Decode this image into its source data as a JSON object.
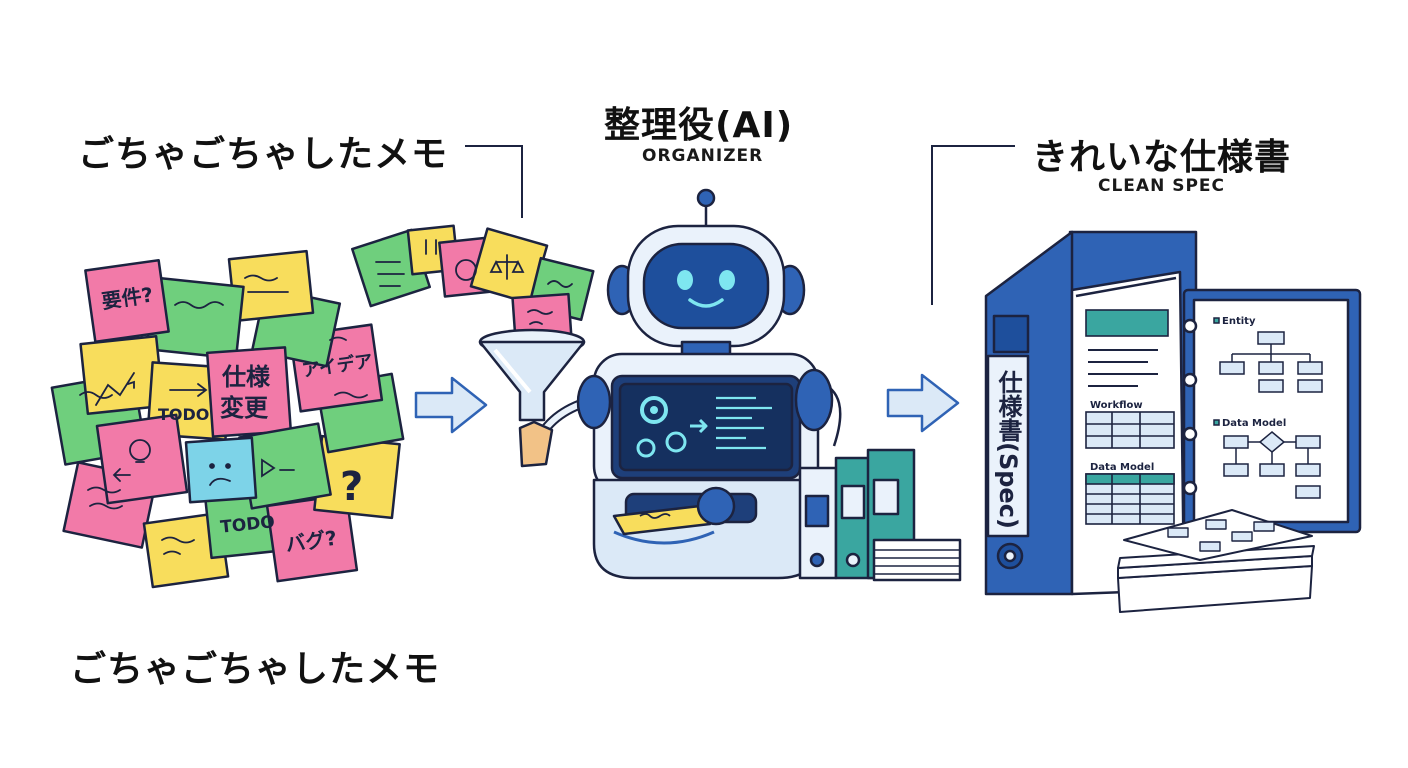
{
  "left": {
    "heading": "ごちゃごちゃしたメモ",
    "caption": "ごちゃごちゃしたメモ",
    "notes": [
      "要件?",
      "仕様",
      "変更",
      "アイデア",
      "TODO",
      "TODO",
      "バグ?",
      "?"
    ]
  },
  "middle": {
    "heading": "整理役(AI)",
    "subheading": "ORGANIZER"
  },
  "right": {
    "heading": "きれいな仕様書",
    "subheading": "CLEAN SPEC",
    "binder_label": "仕様書(Spec)",
    "sections": [
      "Workflow",
      "Data Model"
    ],
    "page_labels": [
      "Entity",
      "Data Model"
    ]
  },
  "colors": {
    "outline": "#1c2340",
    "blue": "#2f63b5",
    "light_blue": "#dbe9f7",
    "teal": "#3aa6a0",
    "pink": "#f27aa8",
    "green": "#6fcf7d",
    "yellow": "#f8dd5c"
  }
}
